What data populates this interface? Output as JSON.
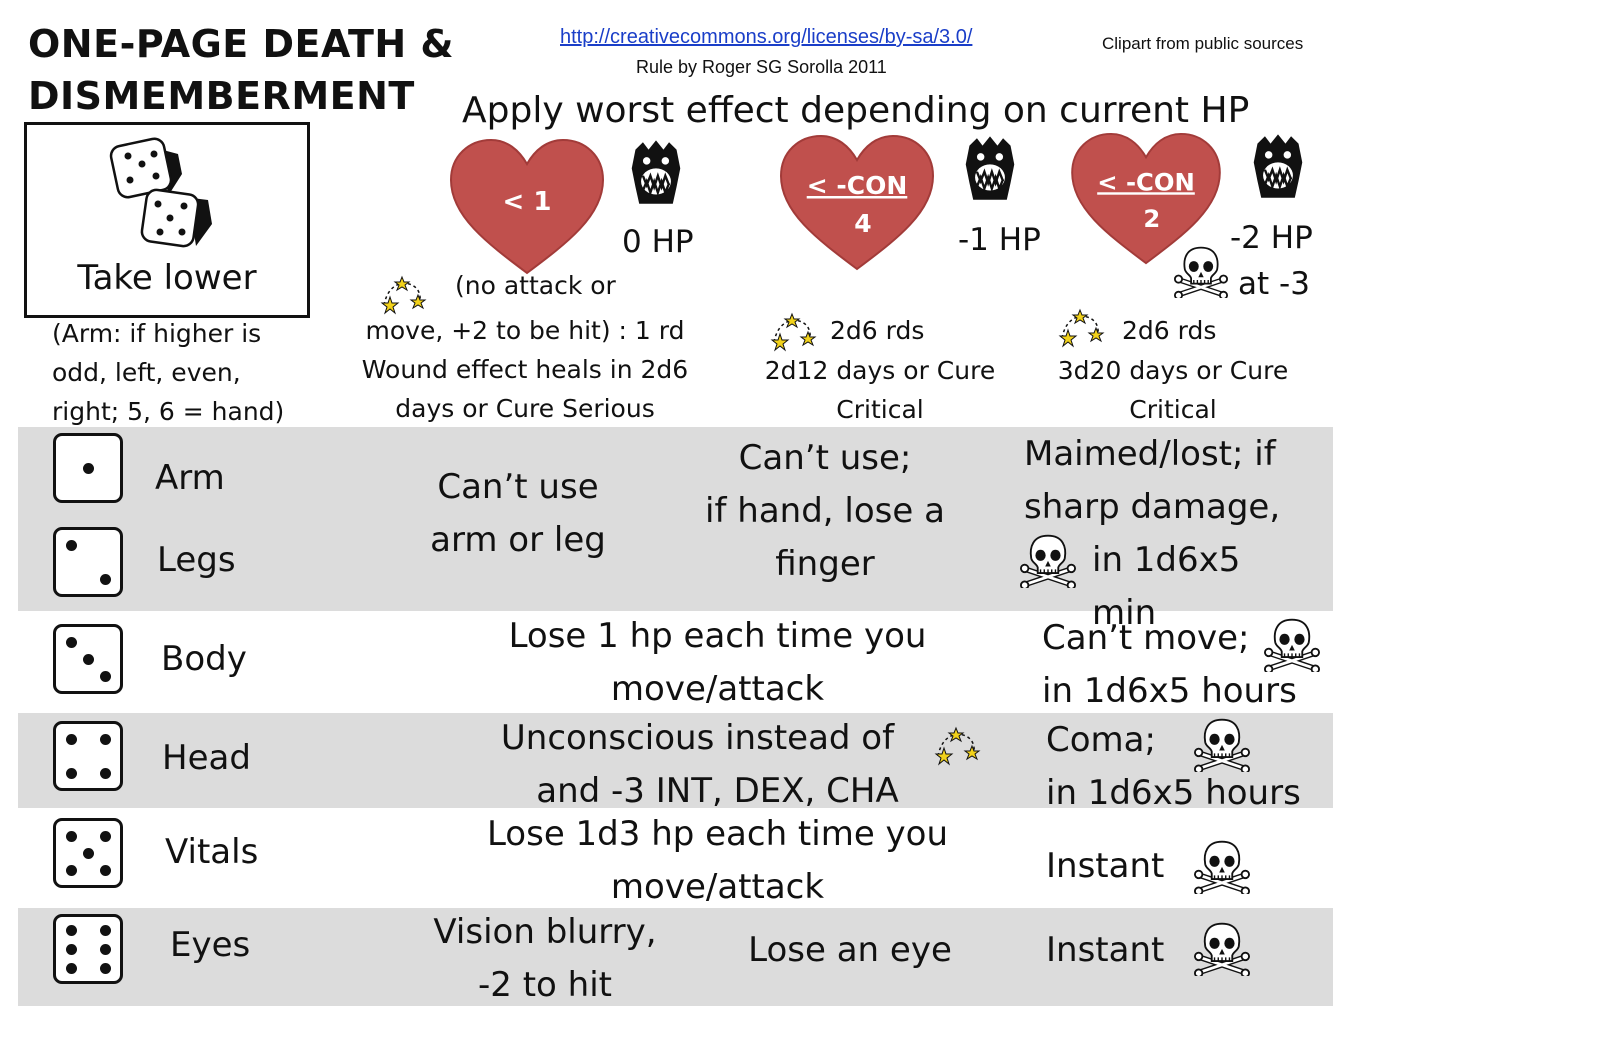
{
  "header": {
    "title_line1": "ONE-PAGE DEATH &",
    "title_line2": "DISMEMBERMENT",
    "license_link": "http://creativecommons.org/licenses/by-sa/3.0/",
    "credit": "Rule by Roger SG Sorolla 2011",
    "clipart": "Clipart from public sources",
    "headline": "Apply worst effect depending on current HP"
  },
  "dice_box": {
    "label": "Take lower",
    "note_lines": [
      "(Arm: if higher is",
      "odd, left, even,",
      "right; 5, 6 = hand)"
    ]
  },
  "columns": [
    {
      "heart_line1": "< 1",
      "heart_line2": "",
      "hp": "0 HP",
      "hp_extra": "",
      "desc_lines": [
        "(no attack or",
        "move, +2 to be hit) : 1 rd",
        "Wound effect heals in 2d6",
        "days or Cure Serious"
      ]
    },
    {
      "heart_line1": "< -CON",
      "heart_line2": "4",
      "hp": "-1 HP",
      "hp_extra": "",
      "desc_lines": [
        "2d6 rds",
        "2d12 days or Cure",
        "Critical"
      ]
    },
    {
      "heart_line1": "< -CON",
      "heart_line2": "2",
      "hp": "-2 HP",
      "hp_extra": "at -3",
      "desc_lines": [
        "2d6 rds",
        "3d20 days or Cure",
        "Critical"
      ]
    }
  ],
  "rows": {
    "arm": {
      "label": "Arm",
      "pips": 1
    },
    "legs": {
      "label": "Legs",
      "pips": 2
    },
    "arm_legs_c1": [
      "Can’t use",
      "arm or leg"
    ],
    "arm_legs_c2": [
      "Can’t use;",
      "if hand, lose a",
      "finger"
    ],
    "arm_legs_c3": [
      "Maimed/lost; if",
      "sharp damage,",
      "in 1d6x5 min"
    ],
    "body": {
      "label": "Body",
      "pips": 3,
      "c12": [
        "Lose 1 hp each time you",
        "move/attack"
      ],
      "c3": [
        "Can’t move;",
        "in 1d6x5 hours"
      ]
    },
    "head": {
      "label": "Head",
      "pips": 4,
      "c12": [
        "Unconscious instead of",
        "and -3 INT, DEX, CHA"
      ],
      "c3": [
        "Coma;",
        "in 1d6x5 hours"
      ]
    },
    "vitals": {
      "label": "Vitals",
      "pips": 5,
      "c12": [
        "Lose 1d3 hp each time you",
        "move/attack"
      ],
      "c3": "Instant"
    },
    "eyes": {
      "label": "Eyes",
      "pips": 6,
      "c1": [
        "Vision blurry,",
        "-2 to hit"
      ],
      "c2": "Lose an eye",
      "c3": "Instant"
    }
  },
  "colors": {
    "heart": "#c0504d",
    "band": "#dcdcdc",
    "link": "#1a3ec8"
  },
  "icons": [
    "dice-icon",
    "heart-icon",
    "monster-icon",
    "skull-icon",
    "stars-icon",
    "die-face-icon"
  ]
}
